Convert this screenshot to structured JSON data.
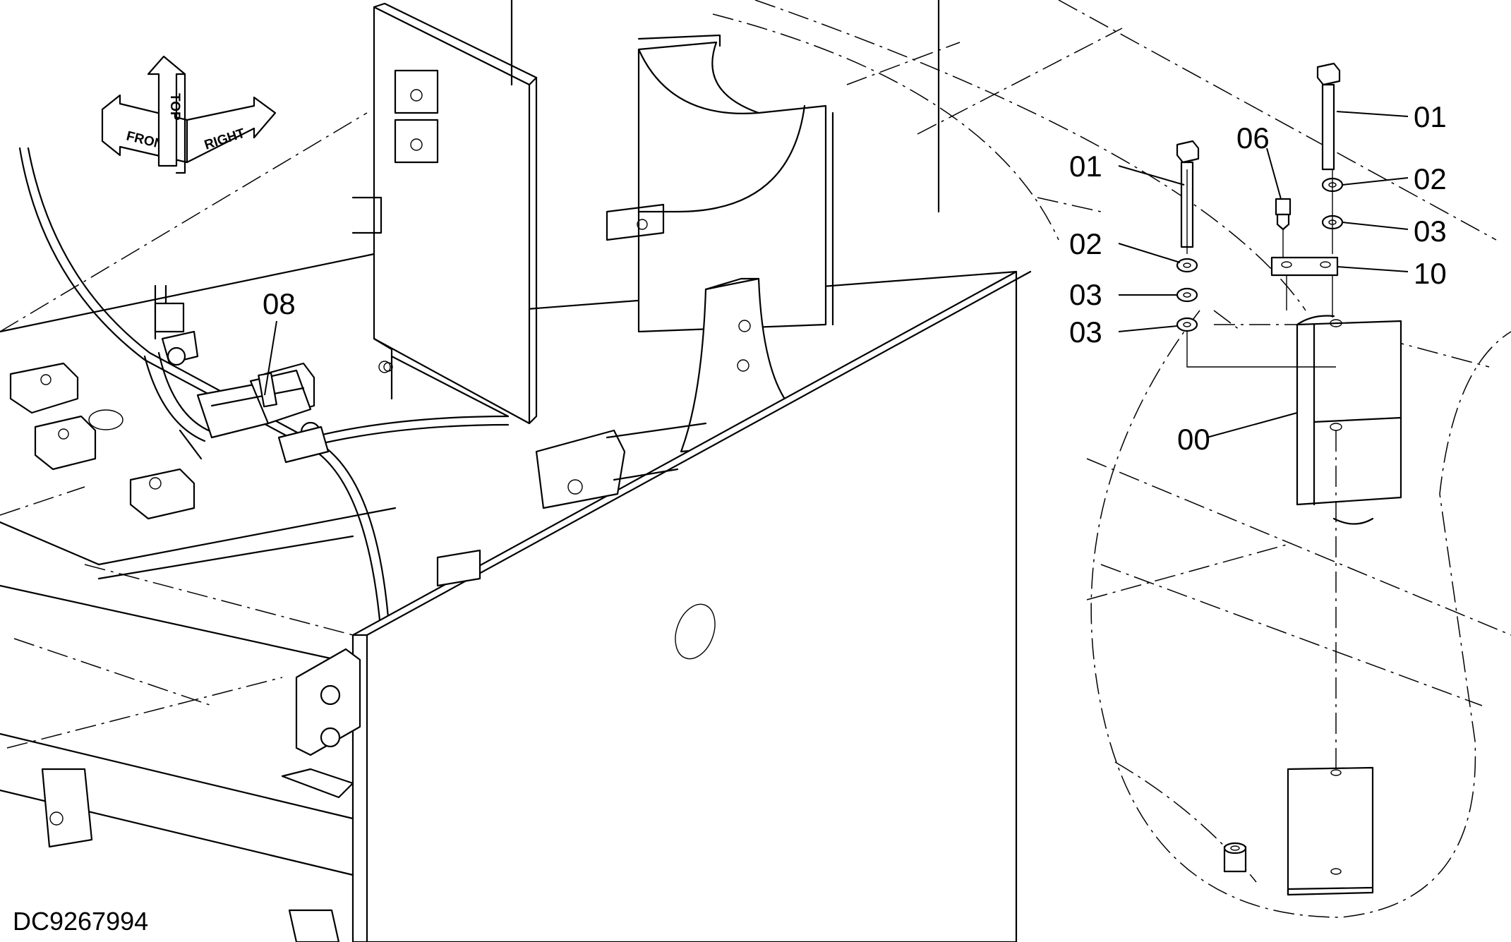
{
  "document_id": "DC9267994",
  "orientation": {
    "front": "FRONT",
    "top": "TOP",
    "right": "RIGHT"
  },
  "callouts": {
    "c01_left": "01",
    "c01_right": "01",
    "c02_left": "02",
    "c02_right": "02",
    "c03_a": "03",
    "c03_b": "03",
    "c03_right": "03",
    "c06": "06",
    "c08": "08",
    "c10": "10",
    "c00": "00"
  }
}
